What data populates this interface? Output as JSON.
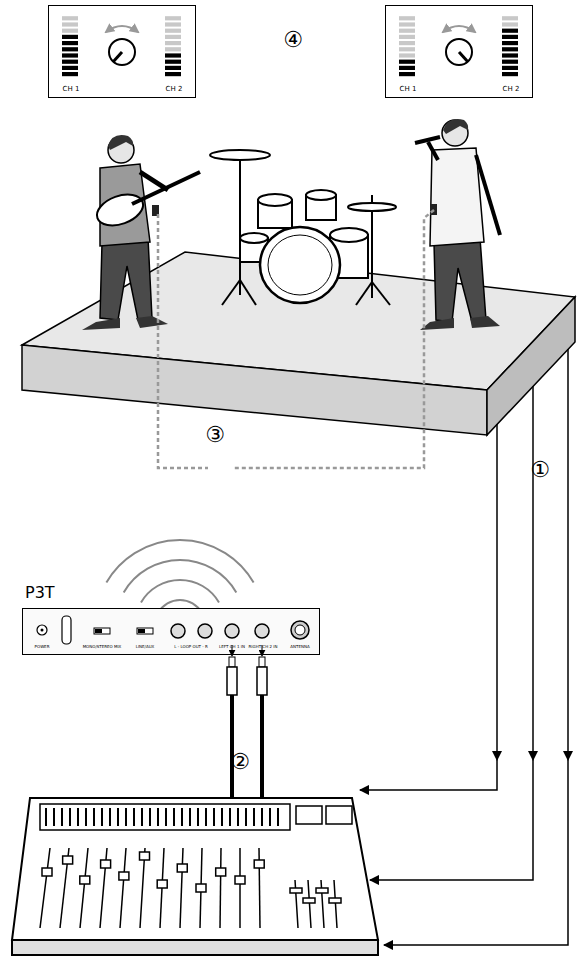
{
  "diagram": {
    "nodes": [
      {
        "text": [
          "CH 1",
          "CH 2"
        ]
      },
      {
        "text": [
          "CH 1",
          "CH 2"
        ]
      },
      {
        "text": [
          "P3T"
        ]
      }
    ],
    "labels": [
      "④",
      "③",
      "②",
      "①",
      "POWER",
      "MONO/STEREO MIX",
      "LINE/AUX",
      "L - LOOP OUT - R",
      "LEFT CH 1 IN",
      "RIGHT CH 2 IN",
      "ANTENNA"
    ]
  }
}
